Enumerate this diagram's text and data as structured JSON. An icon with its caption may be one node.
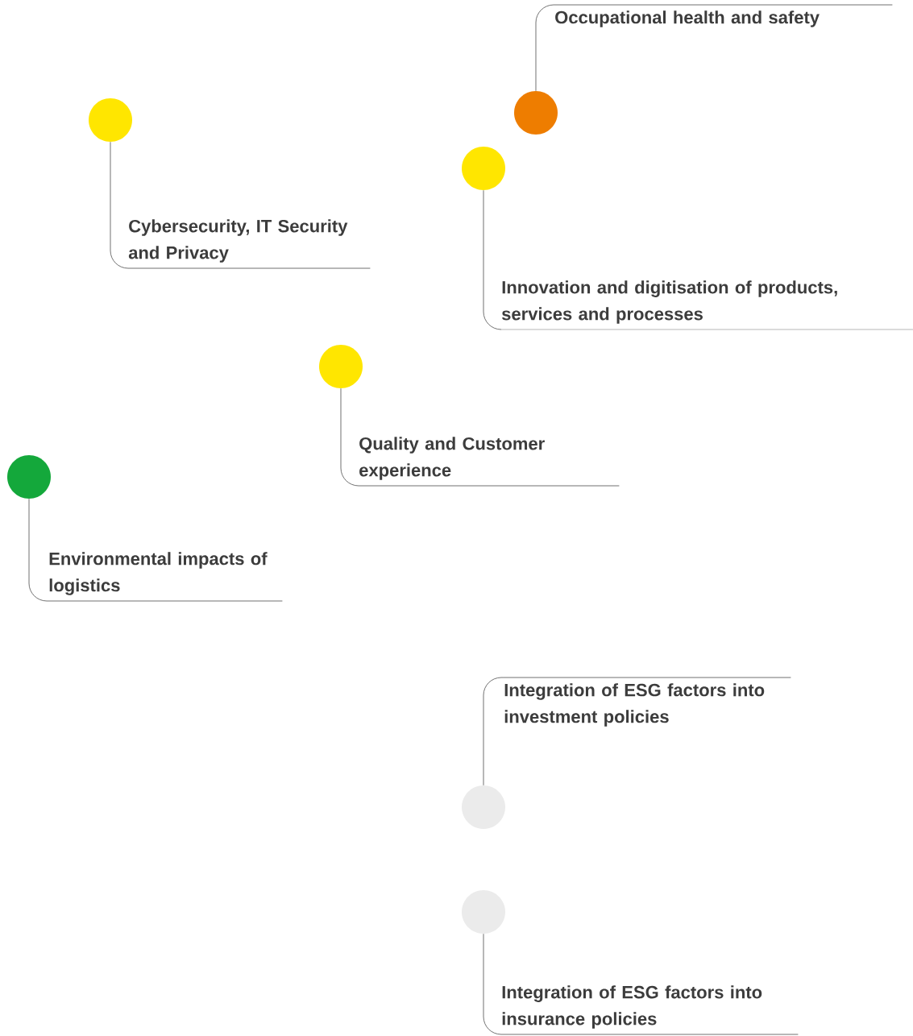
{
  "diagram": {
    "nodes": [
      {
        "text": [
          "Occupational health and safety"
        ]
      },
      {
        "text": [],
        "shape": "circle"
      },
      {
        "text": [],
        "shape": "circle"
      },
      {
        "text": [],
        "shape": "circle"
      },
      {
        "text": [
          "Cybersecurity, IT Security and Privacy"
        ]
      },
      {
        "text": [
          "Innovation and digitisation of products, services and processes"
        ]
      },
      {
        "text": [],
        "shape": "circle"
      },
      {
        "text": [
          "Quality and Customer experience"
        ]
      },
      {
        "text": [],
        "shape": "circle"
      },
      {
        "text": [
          "Environmental impacts of logistics"
        ]
      },
      {
        "text": [
          "Integration of ESG factors into investment policies"
        ]
      },
      {
        "text": [],
        "shape": "circle"
      },
      {
        "text": [],
        "shape": "circle"
      },
      {
        "text": [
          "Integration of ESG factors into insurance policies"
        ]
      }
    ],
    "edges": [
      {
        "from": 0,
        "to": 1,
        "arrow": "none"
      },
      {
        "from": 4,
        "to": 2,
        "arrow": "none"
      },
      {
        "from": 5,
        "to": 3,
        "arrow": "none"
      },
      {
        "from": 7,
        "to": 6,
        "arrow": "none"
      },
      {
        "from": 9,
        "to": 8,
        "arrow": "none"
      },
      {
        "from": 10,
        "to": 11,
        "arrow": "none"
      },
      {
        "from": 13,
        "to": 12,
        "arrow": "none"
      }
    ]
  }
}
